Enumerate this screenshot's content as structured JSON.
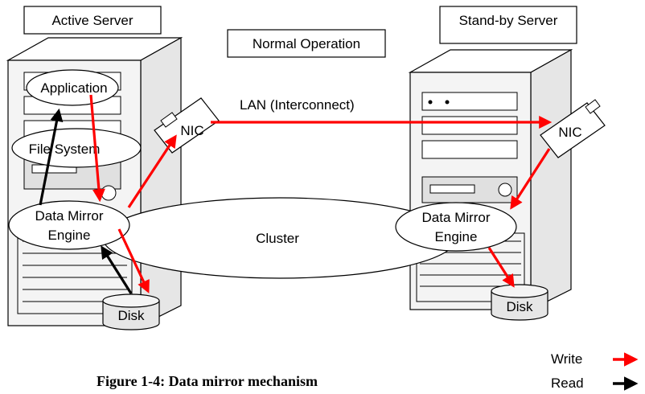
{
  "labels": {
    "active_server": "Active Server",
    "standby_server": "Stand-by Server",
    "normal_operation": "Normal Operation",
    "application": "Application",
    "file_system": "File System",
    "nic_active": "NIC",
    "nic_standby": "NIC",
    "lan": "LAN (Interconnect)",
    "data_mirror_active_line1": "Data Mirror",
    "data_mirror_active_line2": "Engine",
    "data_mirror_standby_line1": "Data Mirror",
    "data_mirror_standby_line2": "Engine",
    "cluster": "Cluster",
    "disk_active": "Disk",
    "disk_standby": "Disk"
  },
  "legend": {
    "write": "Write",
    "read": "Read"
  },
  "caption": "Figure 1-4: Data mirror mechanism",
  "colors": {
    "write": "#ff0000",
    "read": "#000000",
    "server_body": "#f2f2f2",
    "server_shade": "#d9d9d9"
  }
}
